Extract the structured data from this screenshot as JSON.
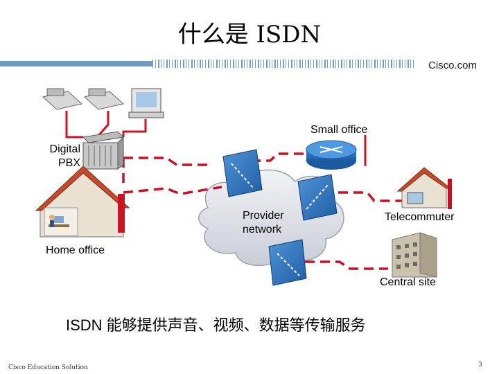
{
  "title": "什么是 ISDN",
  "brand": "Cisco.com",
  "labels": {
    "small_office": "Small office",
    "digital_pbx": "Digital\nPBX",
    "provider_network": "Provider\nnetwork",
    "telecommuter": "Telecommuter",
    "home_office": "Home office",
    "central_site": "Central site"
  },
  "caption": "ISDN 能够提供声音、视频、数据等传输服务",
  "footer": "Cisco Education Solution",
  "page_number": "3",
  "colors": {
    "accent": "#cc1122",
    "switch": "#2a6fb8",
    "bar": "#6e9cc0",
    "cloud": "#dfe3e8"
  }
}
